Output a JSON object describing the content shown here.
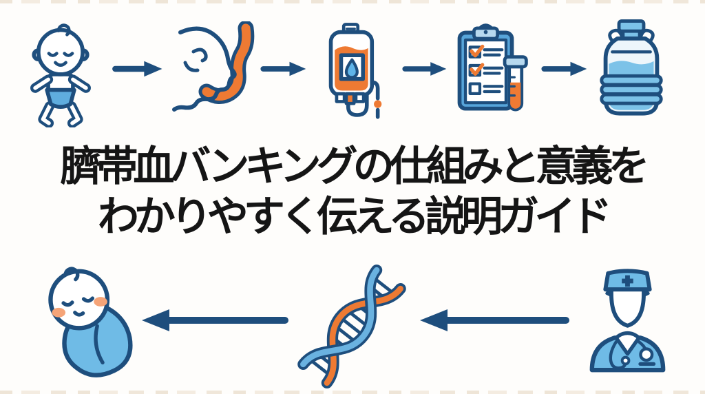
{
  "title": {
    "line1": "臍帯血バンキングの仕組みと意義を",
    "line2": "わかりやすく伝える説明ガイド",
    "color": "#151515"
  },
  "palette": {
    "outline_navy": "#1e4e7d",
    "arrow_navy": "#1e4e7d",
    "mid_blue": "#5fadde",
    "sky_blue": "#7cc2e8",
    "pale_blue": "#b7d9ef",
    "orange": "#ee7a33",
    "cheek_orange": "#f5a478",
    "background": "#fefdfb",
    "edge_mark_tan": "#e7d8c1",
    "title_black": "#151515"
  },
  "top_flow": {
    "direction": "left-to-right",
    "steps": [
      {
        "icon": "newborn-baby-icon"
      },
      {
        "icon": "profile-with-umbilical-cord-icon"
      },
      {
        "icon": "cord-blood-bag-icon"
      },
      {
        "icon": "testing-checklist-clipboard-icon"
      },
      {
        "icon": "cryogenic-storage-tank-icon"
      }
    ],
    "arrows": 4
  },
  "bottom_flow": {
    "direction": "right-to-left",
    "steps": [
      {
        "icon": "doctor-icon"
      },
      {
        "icon": "dna-helix-icon"
      },
      {
        "icon": "swaddled-baby-icon"
      }
    ],
    "arrows": 2
  }
}
